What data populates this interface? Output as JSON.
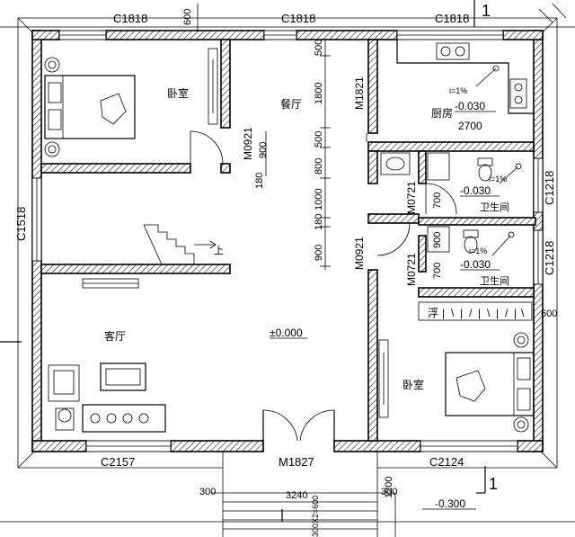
{
  "windows": {
    "top_left": "C1818",
    "top_mid": "C1818",
    "top_right": "C1818",
    "left": "C1518",
    "bottom_left": "C2157",
    "bottom_right": "C2124",
    "right_upper": "C1218",
    "right_lower": "C1218"
  },
  "doors": {
    "bedroom1": "M0921",
    "living_upper": "M0921",
    "kitchen": "M1821",
    "bath1": "M0721",
    "bath2": "M0721",
    "front": "M1827"
  },
  "rooms": {
    "bedroom_nw": "卧室",
    "dining": "餐厅",
    "kitchen": "厨房",
    "bath1": "卫生间",
    "bath2": "卫生间",
    "living": "客厅",
    "bedroom_se": "卧室",
    "stair_up": "上"
  },
  "levels": {
    "kitchen": "-0.030",
    "bath1": "-0.030",
    "bath2": "-0.030",
    "living": "±0.000",
    "porch": "-0.300"
  },
  "slopes": {
    "kitchen": "i=1%",
    "bath1": "i=1%",
    "bath2": "i=1%"
  },
  "dims": {
    "top_600": "600",
    "right_600": "600",
    "d500a": "500",
    "d1800": "1800",
    "d500b": "500",
    "d800": "800",
    "d1000": "1000",
    "d180a": "180",
    "d900": "900",
    "door_900": "900",
    "door_180": "180",
    "kitchen_2700": "2700",
    "bath_700a": "700",
    "bath_700b": "700",
    "bath_900": "900",
    "porch_300l": "300",
    "porch_3240": "3240",
    "porch_300r": "300",
    "porch_1200": "1200",
    "porch_steps": "300X2=600"
  },
  "markers": {
    "section_top": "1",
    "section_bottom": "1"
  },
  "fixtures": {
    "shaft_label": "浮",
    "marks": [
      "|",
      "\\",
      "|",
      "/",
      "|",
      "\\",
      "|",
      "/",
      "|",
      "\\"
    ]
  }
}
